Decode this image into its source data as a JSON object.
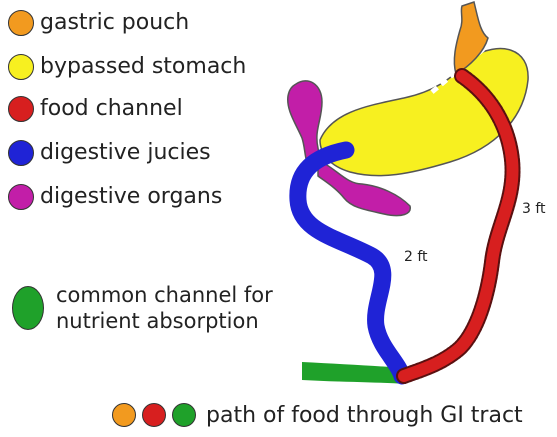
{
  "legend": {
    "items": [
      {
        "label": "gastric pouch",
        "color": "#f29a1f"
      },
      {
        "label": "bypassed stomach",
        "color": "#f7f020"
      },
      {
        "label": "food channel",
        "color": "#d71f1f"
      },
      {
        "label": "digestive jucies",
        "color": "#1f23d6"
      },
      {
        "label": "digestive organs",
        "color": "#c21ea8"
      }
    ],
    "common_channel": {
      "line1": "common channel for",
      "line2": "nutrient absorption",
      "color": "#1fa12a"
    }
  },
  "diagram": {
    "labels": {
      "food_channel_length": "3 ft",
      "digestive_channel_length": "2 ft"
    },
    "colors": {
      "gastric_pouch": "#f29a1f",
      "bypassed_stomach": "#f7f020",
      "food_channel": "#d71f1f",
      "digestive_juices": "#1f23d6",
      "digestive_organs": "#c21ea8",
      "common_channel": "#1fa12a",
      "outline": "#555555"
    }
  },
  "footer": {
    "label": "path of food through GI tract",
    "dots": [
      "#f29a1f",
      "#d71f1f",
      "#1fa12a"
    ]
  }
}
